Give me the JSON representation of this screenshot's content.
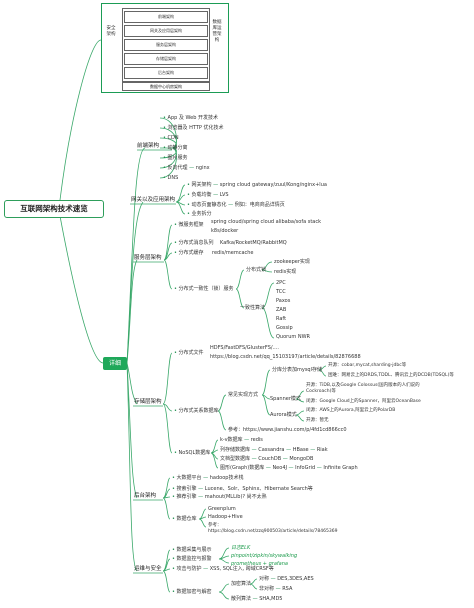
{
  "title": "互联网架构技术速览",
  "detail": "详细",
  "arch": {
    "left_label": "安全架构",
    "right_label": "数据库运营架构",
    "layers": [
      "前端架构",
      "网关及应用层架构",
      "服务层架构",
      "存储层架构",
      "后台架构"
    ],
    "bottom": "数据中心机房架构"
  },
  "frontend": {
    "label": "前端架构",
    "items": [
      "App 及 Web 开发技术",
      "浏览器及 HTTP 优化技术",
      "CDN",
      "动静分离",
      "图片服务",
      "反向代理",
      "nginx",
      "DNS"
    ]
  },
  "gateway": {
    "label": "网关以及应用架构",
    "items": [
      "网关架构",
      "spring cloud gateway/zuul/Kong/nginx+lua",
      "负载均衡",
      "LVS",
      "动态页面静态化",
      "例如：电商商品详情页",
      "业务拆分"
    ]
  },
  "service": {
    "label": "服务层架构",
    "microservice": "微服务框架",
    "microservice_items": [
      "spring cloud/spring cloud alibaba/sofa stack",
      "k8s/docker"
    ],
    "mq": "分布式消息队列",
    "mq_items": "Kafka/RocketMQ/RabbitMQ",
    "cache": "分布式缓存",
    "cache_items": "redis/memcache",
    "consistency": "分布式一致性（锁）服务",
    "ds": "分布式锁",
    "ds_items": [
      "zookeeper实现",
      "redis实现"
    ],
    "consensus": "一致性算法",
    "consensus_items": [
      "2PC",
      "TCC",
      "Paxos",
      "ZAB",
      "Raft",
      "Gossip",
      "Quorum NWR"
    ]
  },
  "storage": {
    "label": "存储层架构",
    "fs": "分布式文件",
    "fs_items": [
      "HDFS/FastDFS/GlusterFS/....",
      "https://blog.csdn.net/qq_15103197/article/details/82876688"
    ],
    "rdb": "分布式关系数据库",
    "rdb_common": "常见实现方式",
    "rdb_sharding": "分库分表加mysql存储",
    "rdb_sharding_open": "开源：cobar,mycat,sharding-jdbc等",
    "rdb_sharding_diff": "困难：网易云上的DRDS,TDDL、腾讯云上的DCDB(TDSQL)等",
    "spanner": "Spanner模式",
    "spanner_open": "开源：TiDB,以及Google Colossus(国内版本的人们说的Cockroach)等",
    "spanner_diff": "闭源：Google Cloud上的Spanner，阿里云OceanBase",
    "aurora": "Aurora模式",
    "aurora_diff": "闭源：AWS上的Aurora,阿里云上的PolarDB",
    "aurora_open": "开源：暂无",
    "ref": "参考：https://www.jianshu.com/p/4fd1cd866cc0",
    "nosql": "NoSQL数据库",
    "kv": "k-v数据库",
    "kv_items": "redis",
    "col": "列存储数据库",
    "col_items": [
      "Cassandra",
      "HBase",
      "Riak"
    ],
    "doc": "文档型数据库",
    "doc_items": [
      "CouchDB",
      "MongoDB"
    ],
    "graph": "图形(Graph)数据库",
    "graph_items": [
      "Neo4J",
      "InfoGrid",
      "Infinite Graph"
    ]
  },
  "backend": {
    "label": "后台架构",
    "bigdata": "大数据平台",
    "bigdata_items": "hadoop技术栈",
    "search": "搜索引擎",
    "search_items": "Lucene、Solr、Sphinx、Hibernate Search等",
    "rec": "推荐引擎",
    "rec_items": "mahout(MLLib)? 尚不太熟",
    "dw": "数据仓库",
    "dw_items": [
      "Greenplum",
      "Hadoop+Hive",
      "参考：https://blog.csdn.net/zzq900503/article/details/78465369"
    ]
  },
  "ops": {
    "label": "运维与安全",
    "collect": "数据采集与展示",
    "monitor": "数据监控与报警",
    "monitor_items": [
      "日志ELK",
      "pinpoint/zipkin/skywalking",
      "prometheus + grafana"
    ],
    "sec": "攻击与防护",
    "sec_items": "XSS, SQL注入, 跨域CRSF等",
    "crypto": "数据加密与解密",
    "enc": "加密算法",
    "sym": "对称",
    "sym_items": "DES,3DES,AES",
    "asym": "非对称",
    "asym_items": "RSA",
    "hash": "散列算法",
    "hash_items": "SHA,MD5"
  },
  "colors": {
    "line": "#3aa86a",
    "accent": "#1fa85a"
  }
}
